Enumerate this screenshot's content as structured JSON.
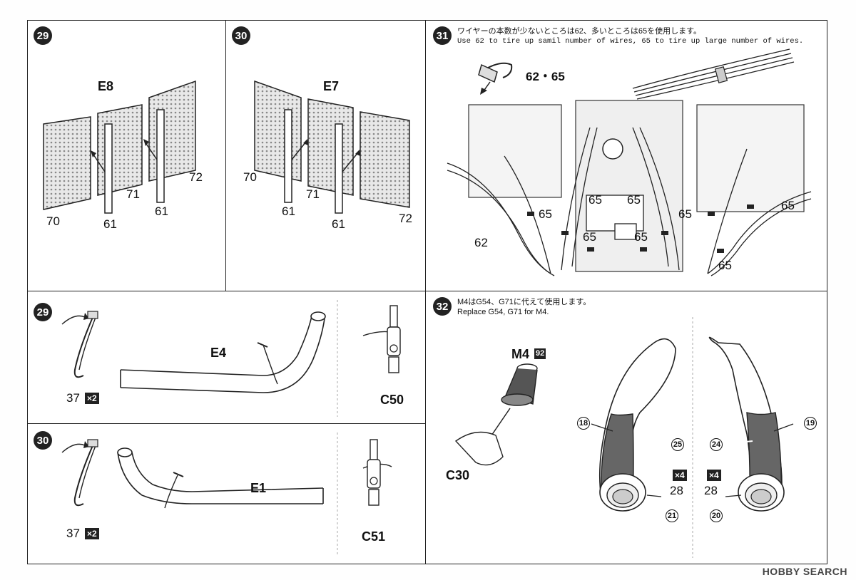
{
  "steps": {
    "s29a": "29",
    "s30a": "30",
    "s31": "31",
    "s29b": "29",
    "s30b": "30",
    "s32": "32"
  },
  "panel29a": {
    "part": "E8",
    "l70": "70",
    "l71": "71",
    "l72": "72",
    "l61a": "61",
    "l61b": "61"
  },
  "panel30a": {
    "part": "E7",
    "l70": "70",
    "l71": "71",
    "l72": "72",
    "l61a": "61",
    "l61b": "61"
  },
  "panel31": {
    "note_jp": "ワイヤーの本数が少ないところは62、多いところは65を使用します。",
    "note_en": "Use 62 to tire up samil number of wires, 65 to tire up large number of wires.",
    "clip_label": "62・65",
    "l65a": "65",
    "l65b": "65",
    "l65c": "65",
    "l65d": "65",
    "l65e": "65",
    "l65f": "65",
    "l65g": "65",
    "l65h": "65",
    "l62": "62"
  },
  "panel29b": {
    "part": "E4",
    "wire": "37",
    "mult": "×2",
    "cpart": "C50"
  },
  "panel30b": {
    "part": "E1",
    "wire": "37",
    "mult": "×2",
    "cpart": "C51"
  },
  "panel32": {
    "note_jp": "M4はG54、G71に代えて使用します。",
    "note_en": "Replace G54, G71 for M4.",
    "m4": "M4",
    "m4badge": "92",
    "c30": "C30",
    "c18": "18",
    "c25": "25",
    "c24": "24",
    "c19": "19",
    "c21": "21",
    "c20": "20",
    "x4a": "×4",
    "x4b": "×4",
    "l28a": "28",
    "l28b": "28"
  },
  "watermark": "HOBBY SEARCH"
}
